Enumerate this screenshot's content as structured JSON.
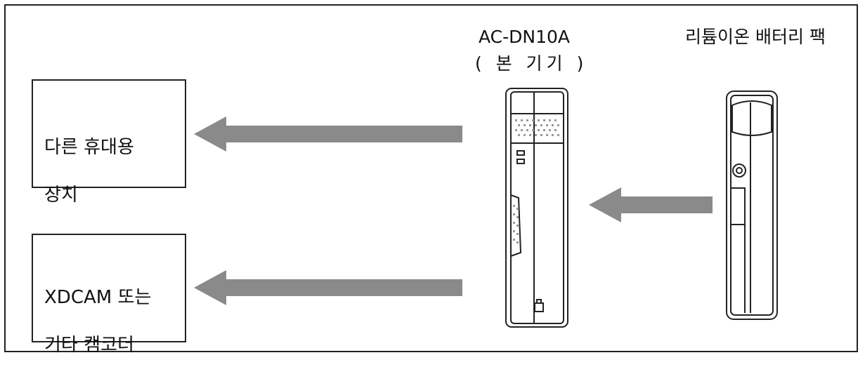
{
  "boxes": {
    "portable_device": {
      "line1": "다른 휴대용",
      "line2": "장치"
    },
    "camcorder": {
      "line1": "XDCAM 또는",
      "line2": "기타 캠코더"
    }
  },
  "device": {
    "model": "AC-DN10A",
    "subtitle": "( 본 기기 )"
  },
  "battery": {
    "label": "리튬이온 배터리 팩"
  },
  "colors": {
    "line": "#222222",
    "arrow": "#8a8a8a",
    "vent": "#9a9a9a"
  }
}
